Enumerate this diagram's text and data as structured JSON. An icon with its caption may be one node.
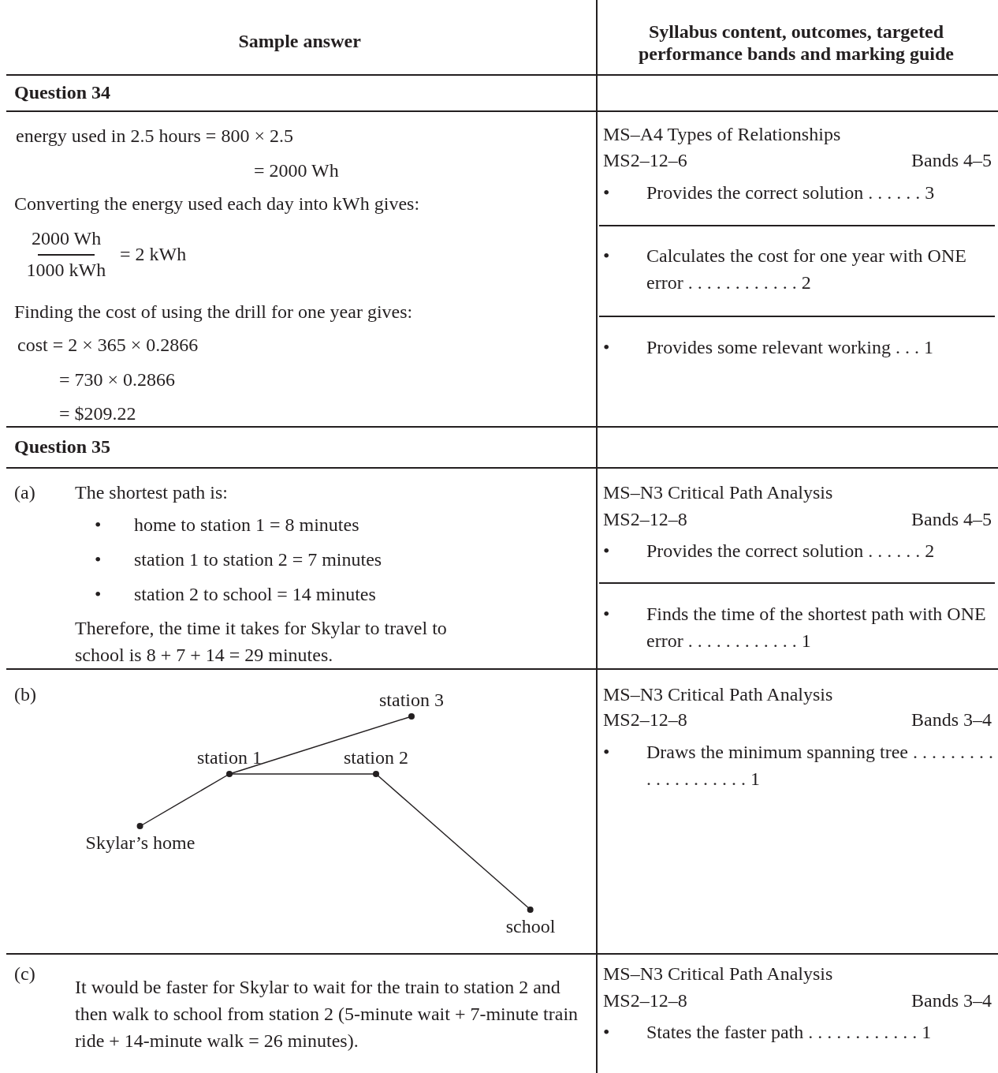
{
  "diagram": {
    "nodes": [
      {
        "text": [
          "station 3"
        ]
      },
      {
        "text": [
          "station 1"
        ]
      },
      {
        "text": [
          "station 2"
        ]
      },
      {
        "text": [
          "Skylar’s home"
        ]
      },
      {
        "text": [
          "school"
        ]
      }
    ],
    "edges": [
      {
        "from": 3,
        "to": 1,
        "arrow": "none"
      },
      {
        "from": 1,
        "to": 0,
        "arrow": "none"
      },
      {
        "from": 1,
        "to": 2,
        "arrow": "none"
      },
      {
        "from": 2,
        "to": 4,
        "arrow": "none"
      }
    ],
    "labels": [
      "Sample answer",
      "Syllabus content, outcomes, targeted performance bands and marking guide",
      "Question 34",
      "energy used in 2.5 hours = 800 × 2.5",
      "= 2000 Wh",
      "Converting the energy used each day into kWh gives:",
      "2000 Wh",
      "1000 kWh",
      "= 2 kWh",
      "Finding the cost of using the drill for one year gives:",
      "cost = 2 × 365 × 0.2866",
      "= 730 × 0.2866",
      "= $209.22",
      "MS–A4 Types of Relationships",
      "MS2–12–6",
      "Bands 4–5",
      "•",
      "Provides the correct solution . . . . . . 3",
      "•",
      "Calculates the cost for one year with ONE error . . . . . . . . . . . . 2",
      "•",
      "Provides some relevant working . . . 1",
      "Question 35",
      "(a)",
      "The shortest path is:",
      "•",
      "home to station 1 = 8 minutes",
      "•",
      "station 1 to station 2 = 7 minutes",
      "•",
      "station 2 to school = 14 minutes",
      "Therefore, the time it takes for Skylar to travel to school is 8 + 7 + 14 = 29 minutes.",
      "MS–N3 Critical Path Analysis",
      "MS2–12–8",
      "Bands 4–5",
      "•",
      "Provides the correct solution . . . . . . 2",
      "•",
      "Finds the time of the shortest path with ONE error . . . . . . . . . . . . 1",
      "(b)",
      "MS–N3 Critical Path Analysis",
      "MS2–12–8",
      "Bands 3–4",
      "•",
      "Draws the minimum spanning tree . . . . . . . . . . . . . . . . . . . . 1",
      "(c)",
      "It would be faster for Skylar to wait for the train to station 2 and then walk to school from station 2 (5-minute wait + 7-minute train ride + 14-minute walk = 26 minutes).",
      "MS–N3 Critical Path Analysis",
      "MS2–12–8",
      "Bands 3–4",
      "•",
      "States the faster path . . . . . . . . . . . . 1"
    ]
  }
}
